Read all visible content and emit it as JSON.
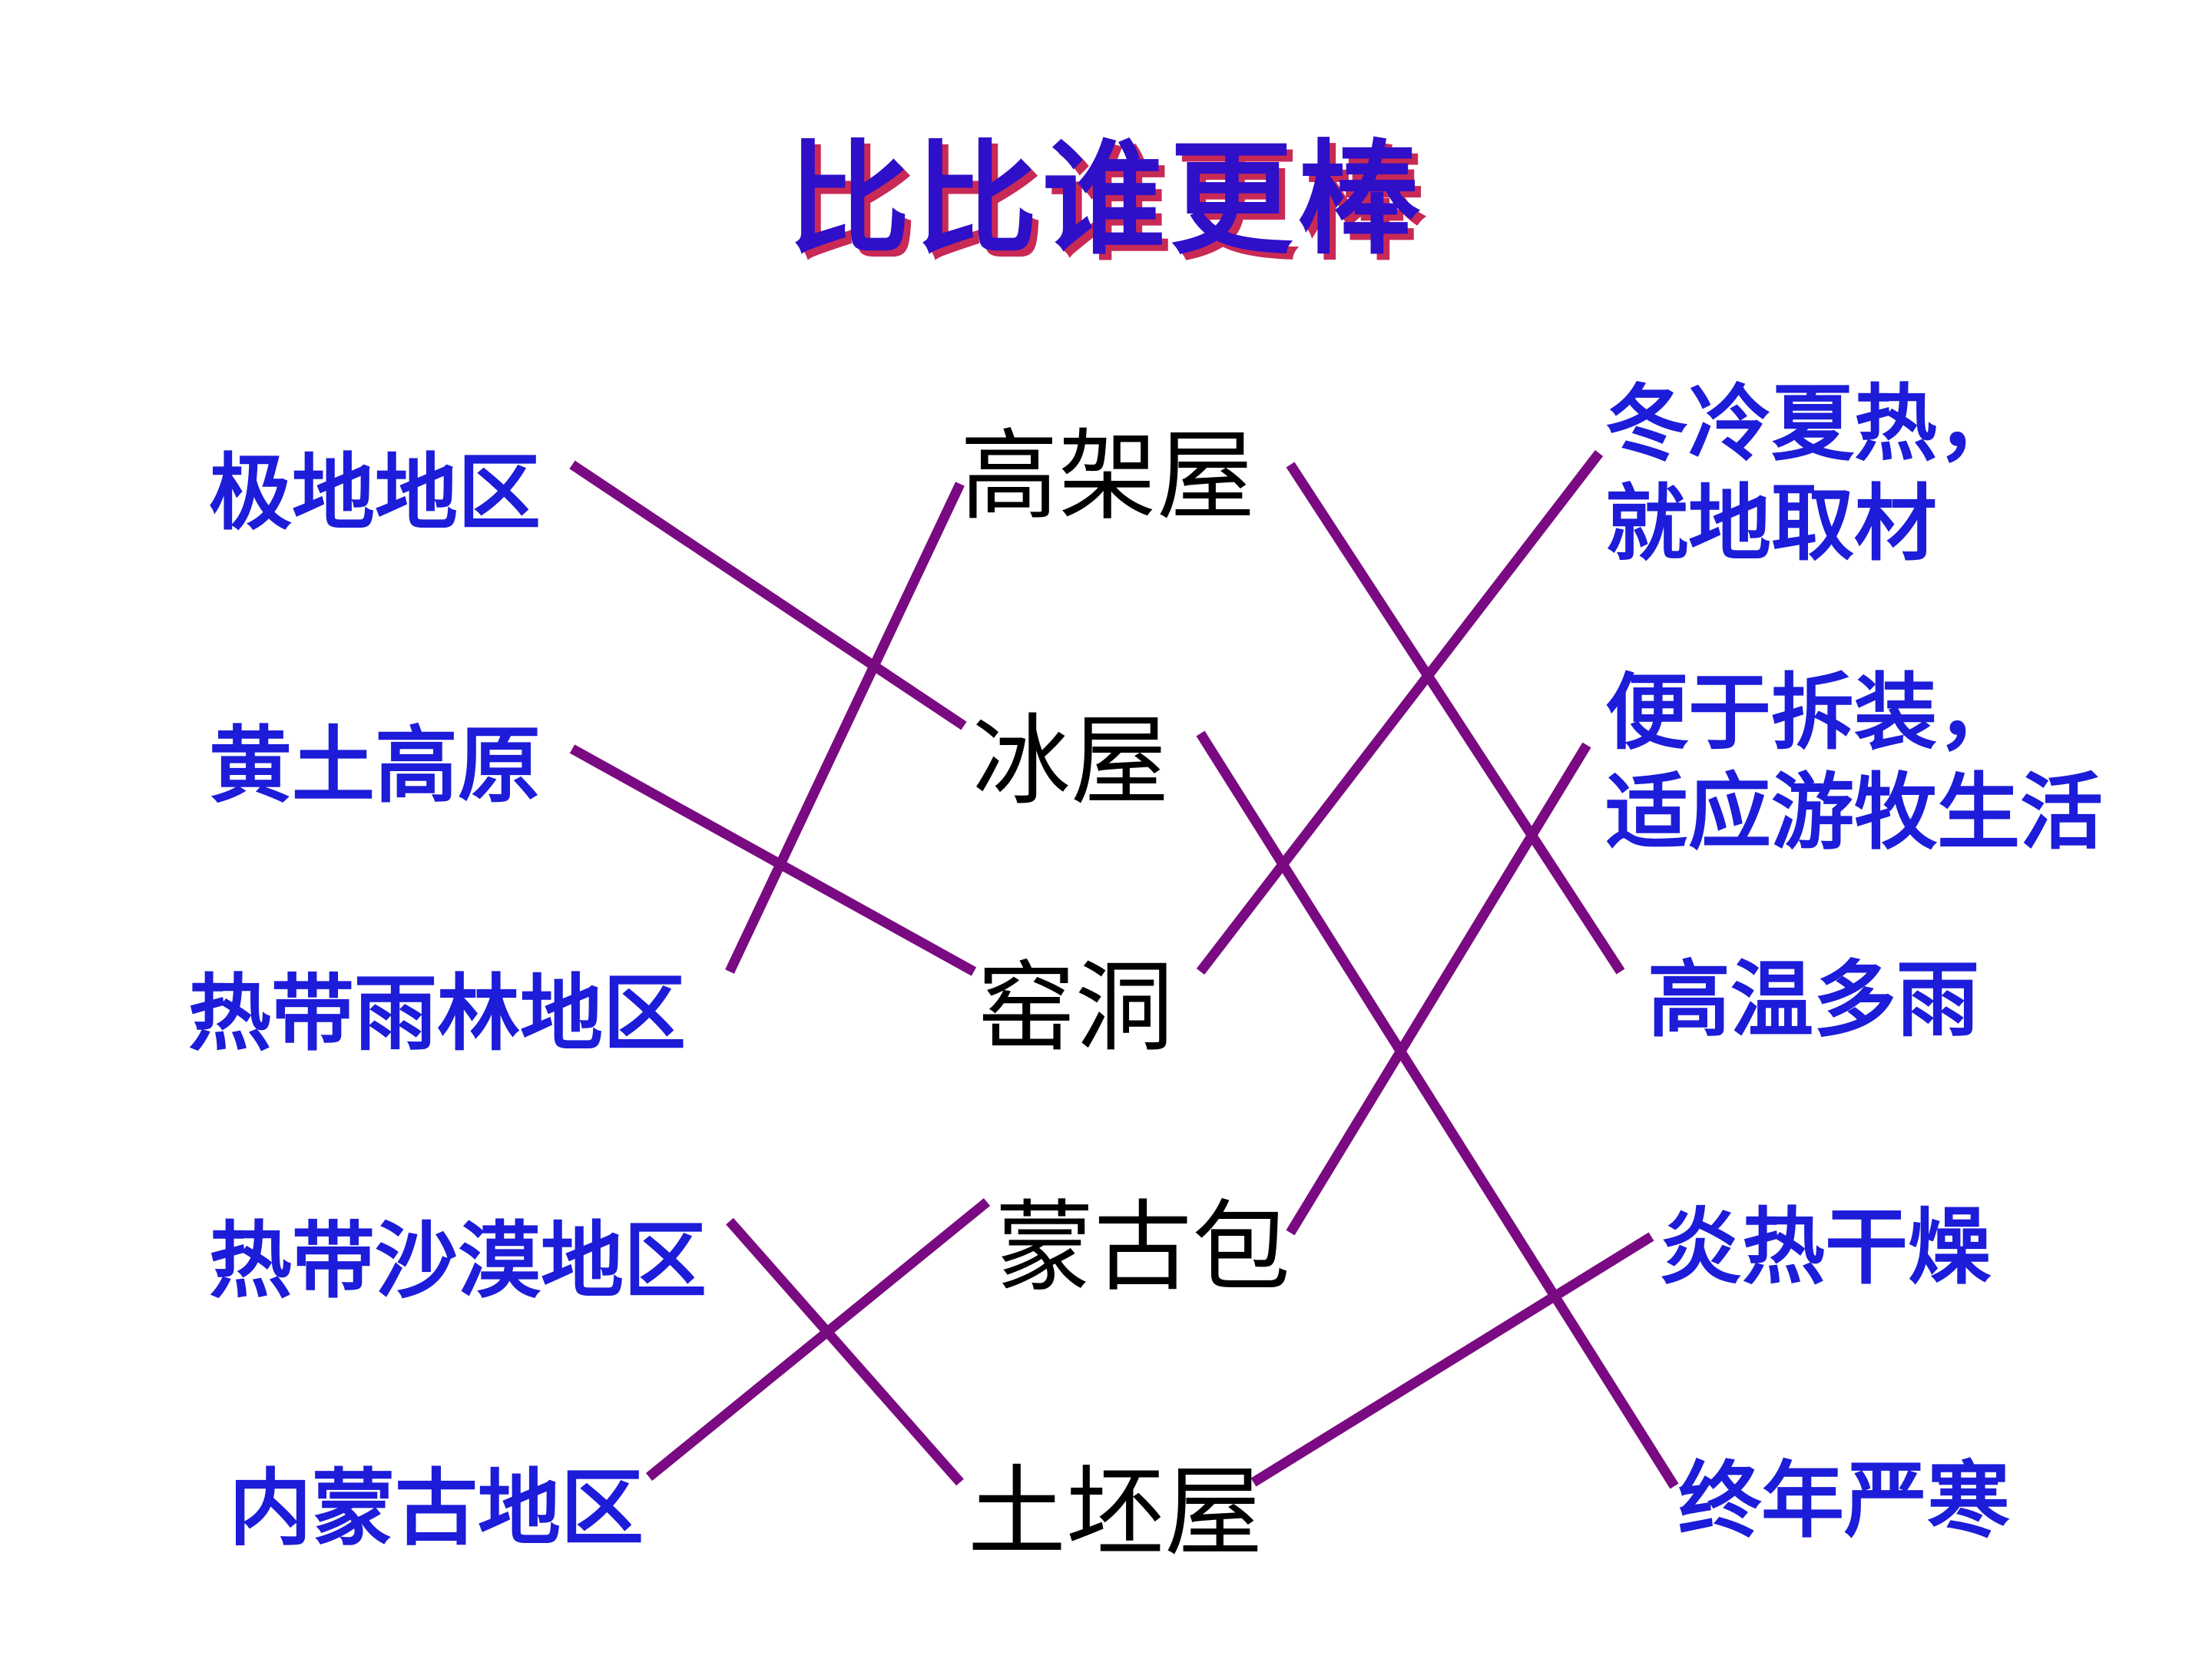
{
  "title": "比比谁更棒",
  "regions": [
    {
      "id": "polar",
      "text": "极地地区"
    },
    {
      "id": "loess",
      "text": "黄土高原"
    },
    {
      "id": "rainforest",
      "text": "热带雨林地区"
    },
    {
      "id": "desert",
      "text": "热带沙漠地区"
    },
    {
      "id": "mongolia",
      "text": "内蒙古地区"
    }
  ],
  "houses": [
    {
      "id": "stilt",
      "text": "高架屋"
    },
    {
      "id": "igloo",
      "text": "冰屋"
    },
    {
      "id": "cave",
      "text": "窑洞"
    },
    {
      "id": "yurt",
      "text": "蒙古包"
    },
    {
      "id": "adobe",
      "text": "土坯屋"
    }
  ],
  "climates": [
    {
      "id": "coldhot",
      "lines": [
        "冬冷夏热，",
        "就地取材"
      ]
    },
    {
      "id": "portable",
      "lines": [
        "便于拆装，",
        "适应游牧生活"
      ]
    },
    {
      "id": "hotrainy",
      "lines": [
        "高温多雨"
      ]
    },
    {
      "id": "hotdry",
      "lines": [
        "炎热干燥"
      ]
    },
    {
      "id": "frozen",
      "lines": [
        "终年严寒"
      ]
    }
  ],
  "matches_region_house": [
    [
      "polar",
      "igloo"
    ],
    [
      "loess",
      "cave"
    ],
    [
      "rainforest",
      "stilt"
    ],
    [
      "desert",
      "adobe"
    ],
    [
      "mongolia",
      "yurt"
    ]
  ],
  "matches_house_climate": [
    [
      "stilt",
      "hotrainy"
    ],
    [
      "igloo",
      "frozen"
    ],
    [
      "cave",
      "coldhot"
    ],
    [
      "yurt",
      "portable"
    ],
    [
      "adobe",
      "hotdry"
    ]
  ],
  "colors": {
    "title": "#2f0fc8",
    "title_shadow": "#c82a55",
    "region_text": "#1c1cd9",
    "house_text": "#000000",
    "climate_text": "#1c1cd9",
    "line": "#7a0a82"
  }
}
